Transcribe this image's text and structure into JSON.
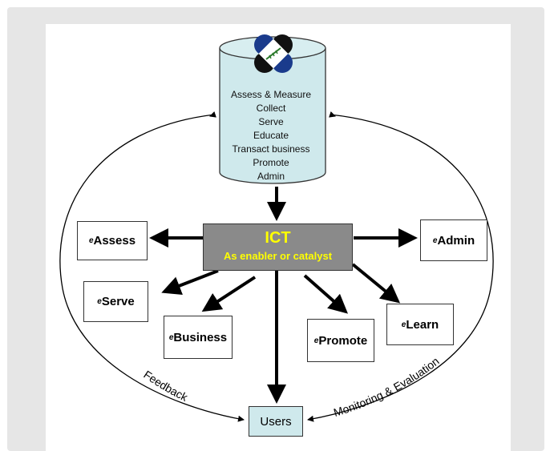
{
  "cylinder": {
    "lines": [
      "Assess & Measure",
      "Collect",
      "Serve",
      "Educate",
      "Transact business",
      "Promote",
      "Admin"
    ]
  },
  "center": {
    "title": "ICT",
    "subtitle": "As enabler or catalyst"
  },
  "nodes": {
    "assess": {
      "prefix": "e",
      "label": "Assess"
    },
    "admin": {
      "prefix": "e",
      "label": "Admin"
    },
    "serve": {
      "prefix": "e",
      "label": "Serve"
    },
    "business": {
      "prefix": "e",
      "label": "Business"
    },
    "promote": {
      "prefix": "e",
      "label": "Promote"
    },
    "learn": {
      "prefix": "e",
      "label": "Learn"
    }
  },
  "users": {
    "label": "Users"
  },
  "loop": {
    "left_label": "Feedback",
    "right_label": "Monitoring & Evaluation"
  },
  "colors": {
    "cylinder_fill": "#cfe9ec",
    "ict_fill": "#8a8a8a",
    "ict_text": "#ffff00",
    "users_fill": "#cfe9ec",
    "frame_bg": "#e6e6e6"
  },
  "logo": {
    "icon": "seal-logo-icon"
  }
}
